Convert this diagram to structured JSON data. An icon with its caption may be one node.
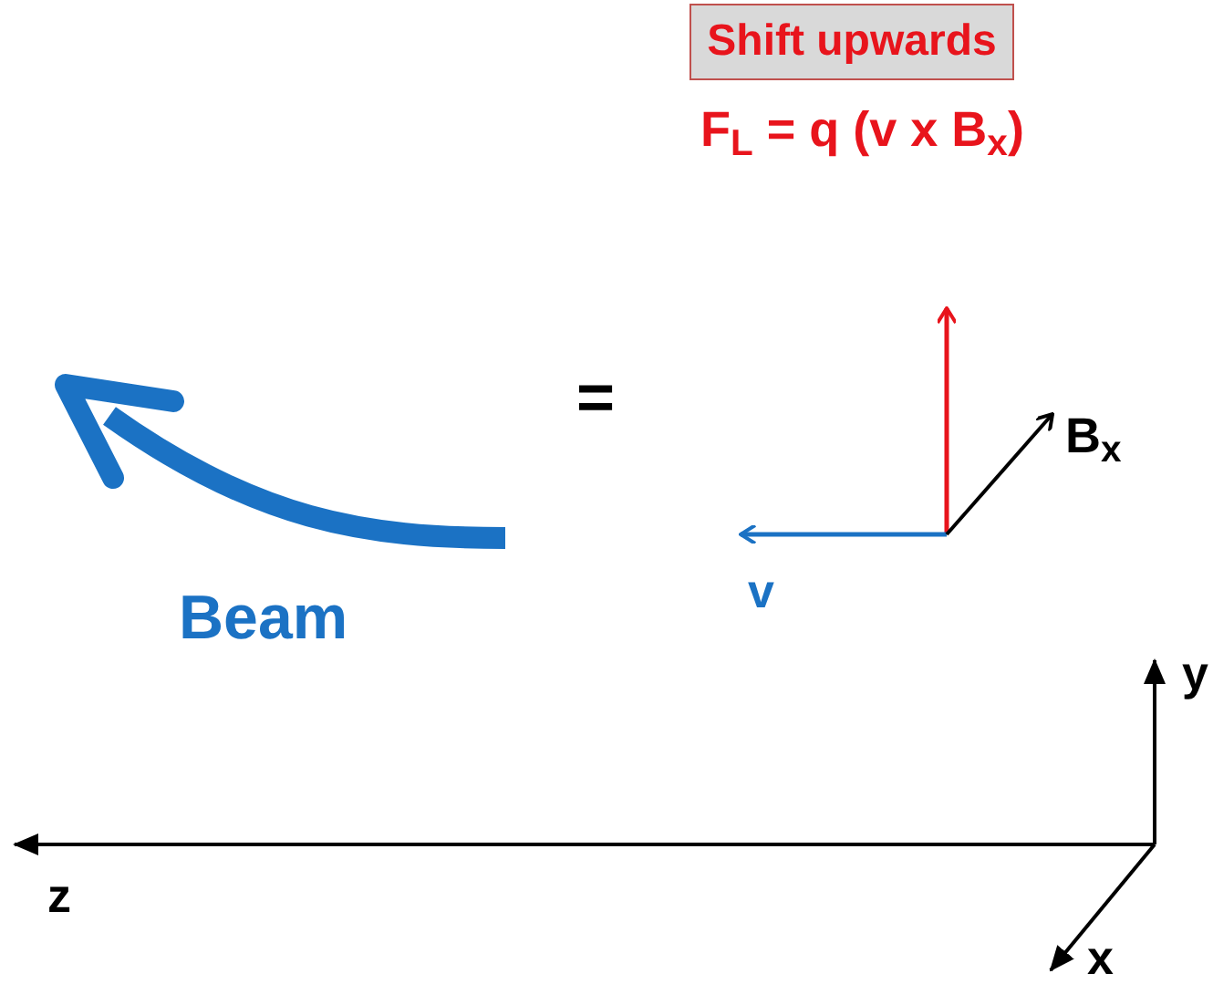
{
  "diagram": {
    "nodes": [
      {
        "text": [
          "Shift upwards"
        ]
      }
    ],
    "edges": [],
    "labels": [
      "F$_{L}$ = q (v x B$_{x}$)",
      "=",
      "B$_{x}$",
      "v",
      "Beam",
      "y",
      "z",
      "x"
    ]
  }
}
